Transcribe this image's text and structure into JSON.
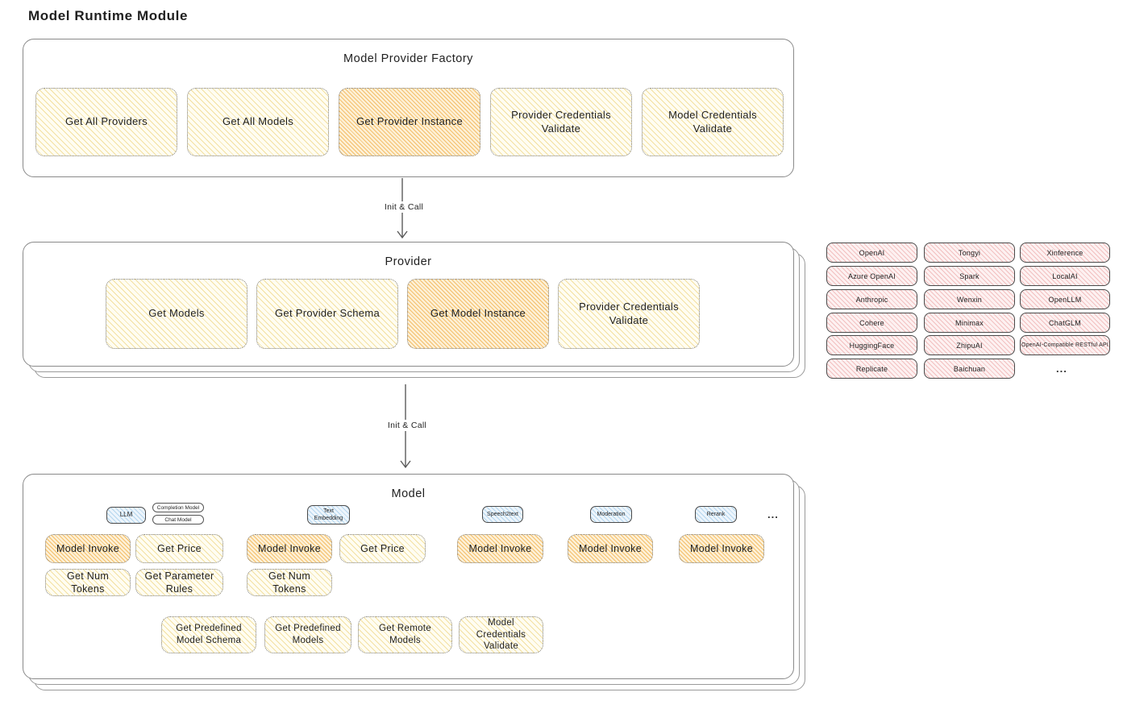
{
  "page_title": "Model Runtime Module",
  "arrow_label": "Init & Call",
  "factory": {
    "title": "Model Provider Factory",
    "buttons": [
      {
        "label": "Get All Providers",
        "highlighted": false
      },
      {
        "label": "Get All Models",
        "highlighted": false
      },
      {
        "label": "Get Provider Instance",
        "highlighted": true
      },
      {
        "label": "Provider Credentials Validate",
        "highlighted": false
      },
      {
        "label": "Model Credentials Validate",
        "highlighted": false
      }
    ]
  },
  "provider": {
    "title": "Provider",
    "buttons": [
      {
        "label": "Get Models",
        "highlighted": false
      },
      {
        "label": "Get Provider Schema",
        "highlighted": false
      },
      {
        "label": "Get Model Instance",
        "highlighted": true
      },
      {
        "label": "Provider Credentials Validate",
        "highlighted": false
      }
    ]
  },
  "providers_list": {
    "col1": [
      "OpenAI",
      "Azure OpenAI",
      "Anthropic",
      "Cohere",
      "HuggingFace",
      "Replicate"
    ],
    "col2": [
      "Tongyi",
      "Spark",
      "Wenxin",
      "Minimax",
      "ZhipuAI",
      "Baichuan"
    ],
    "col3": [
      "Xinference",
      "LocalAI",
      "OpenLLM",
      "ChatGLM",
      "OpenAI-Compatible RESTful API"
    ],
    "more": "..."
  },
  "model": {
    "title": "Model",
    "tags": {
      "llm": "LLM",
      "completion": "Completion Model",
      "chat": "Chat Model",
      "embedding": "Text Embedding",
      "speech": "Speech2text",
      "moderation": "Moderation",
      "rerank": "Rerank",
      "more": "..."
    },
    "buttons": {
      "model_invoke": "Model Invoke",
      "get_price": "Get Price",
      "get_num_tokens": "Get Num Tokens",
      "get_parameter_rules": "Get Parameter Rules"
    },
    "bottom_buttons": [
      "Get Predefined Model Schema",
      "Get Predefined Models",
      "Get Remote Models",
      "Model Credentials Validate"
    ]
  },
  "colors": {
    "text": "#1f1f1f",
    "frame-border": "#8a8a8a",
    "node-border": "#7d7d7d",
    "arrow": "#5a5a5a",
    "node-yellow-bg": "#fffdf2",
    "node-yellow-hatch": "#f3e0a0",
    "node-orange-bg": "#fdf0d6",
    "node-orange-hatch": "#f4bf6a",
    "node-pink-bg": "#fdf1f1",
    "node-pink-hatch": "#f2c0c0",
    "node-blue-bg": "#edf5fc",
    "node-blue-hatch": "#b5d6ee"
  }
}
